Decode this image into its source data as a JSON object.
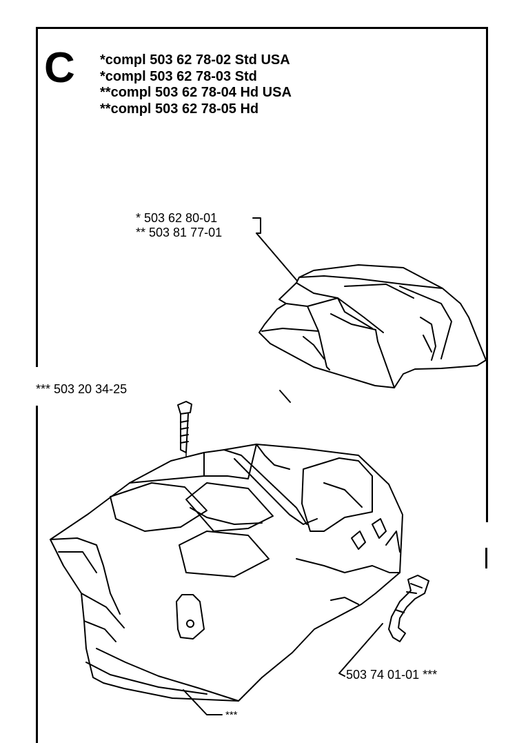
{
  "section": {
    "letter": "C",
    "lines": [
      "*compl 503 62 78-02 Std USA",
      "*compl 503 62 78-03 Std",
      "**compl 503 62 78-04 Hd USA",
      "**compl 503 62 78-05 Hd"
    ]
  },
  "callouts": {
    "cover_std": "* 503 62 80-01",
    "cover_hd": "** 503 81 77-01",
    "screw": "*** 503 20 34-25",
    "catch": "503 74 01-01 ***",
    "housing": "***"
  }
}
